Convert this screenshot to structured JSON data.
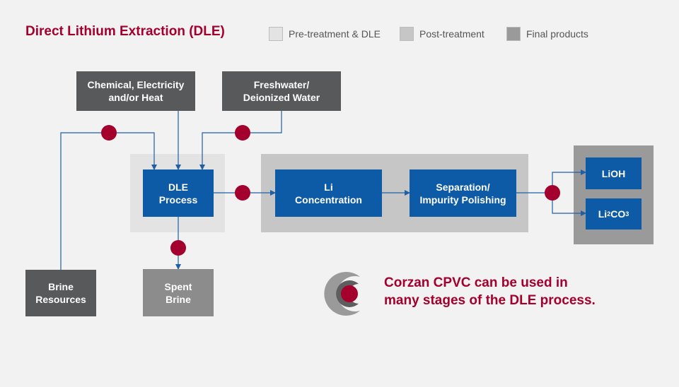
{
  "title": "Direct Lithium Extraction (DLE)",
  "legend": [
    {
      "label": "Pre-treatment & DLE",
      "color": "#e3e3e3"
    },
    {
      "label": "Post-treatment",
      "color": "#c6c6c6"
    },
    {
      "label": "Final products",
      "color": "#9a9a9a"
    }
  ],
  "nodes": {
    "chemical": "Chemical, Electricity\nand/or Heat",
    "freshwater": "Freshwater/\nDeionized Water",
    "dle": "DLE\nProcess",
    "li_conc": "Li\nConcentration",
    "separation": "Separation/\nImpurity Polishing",
    "lioh": "LiOH",
    "li2co3": {
      "prefix": "Li",
      "sub1": "2",
      "mid": "CO",
      "sub2": "3"
    },
    "brine": "Brine\nResources",
    "spent": "Spent\nBrine"
  },
  "callout": {
    "line1": "Corzan CPVC can be used in",
    "line2": "many stages of the DLE process."
  },
  "colors": {
    "accent": "#a4002d",
    "process_blue": "#0d5aa7",
    "input_dark": "#58595b",
    "output_grey": "#8c8c8c",
    "line_blue": "#1f5fa8"
  },
  "icons": {
    "marker": "red-dot-icon",
    "logo": "corzan-ring-logo-icon"
  }
}
